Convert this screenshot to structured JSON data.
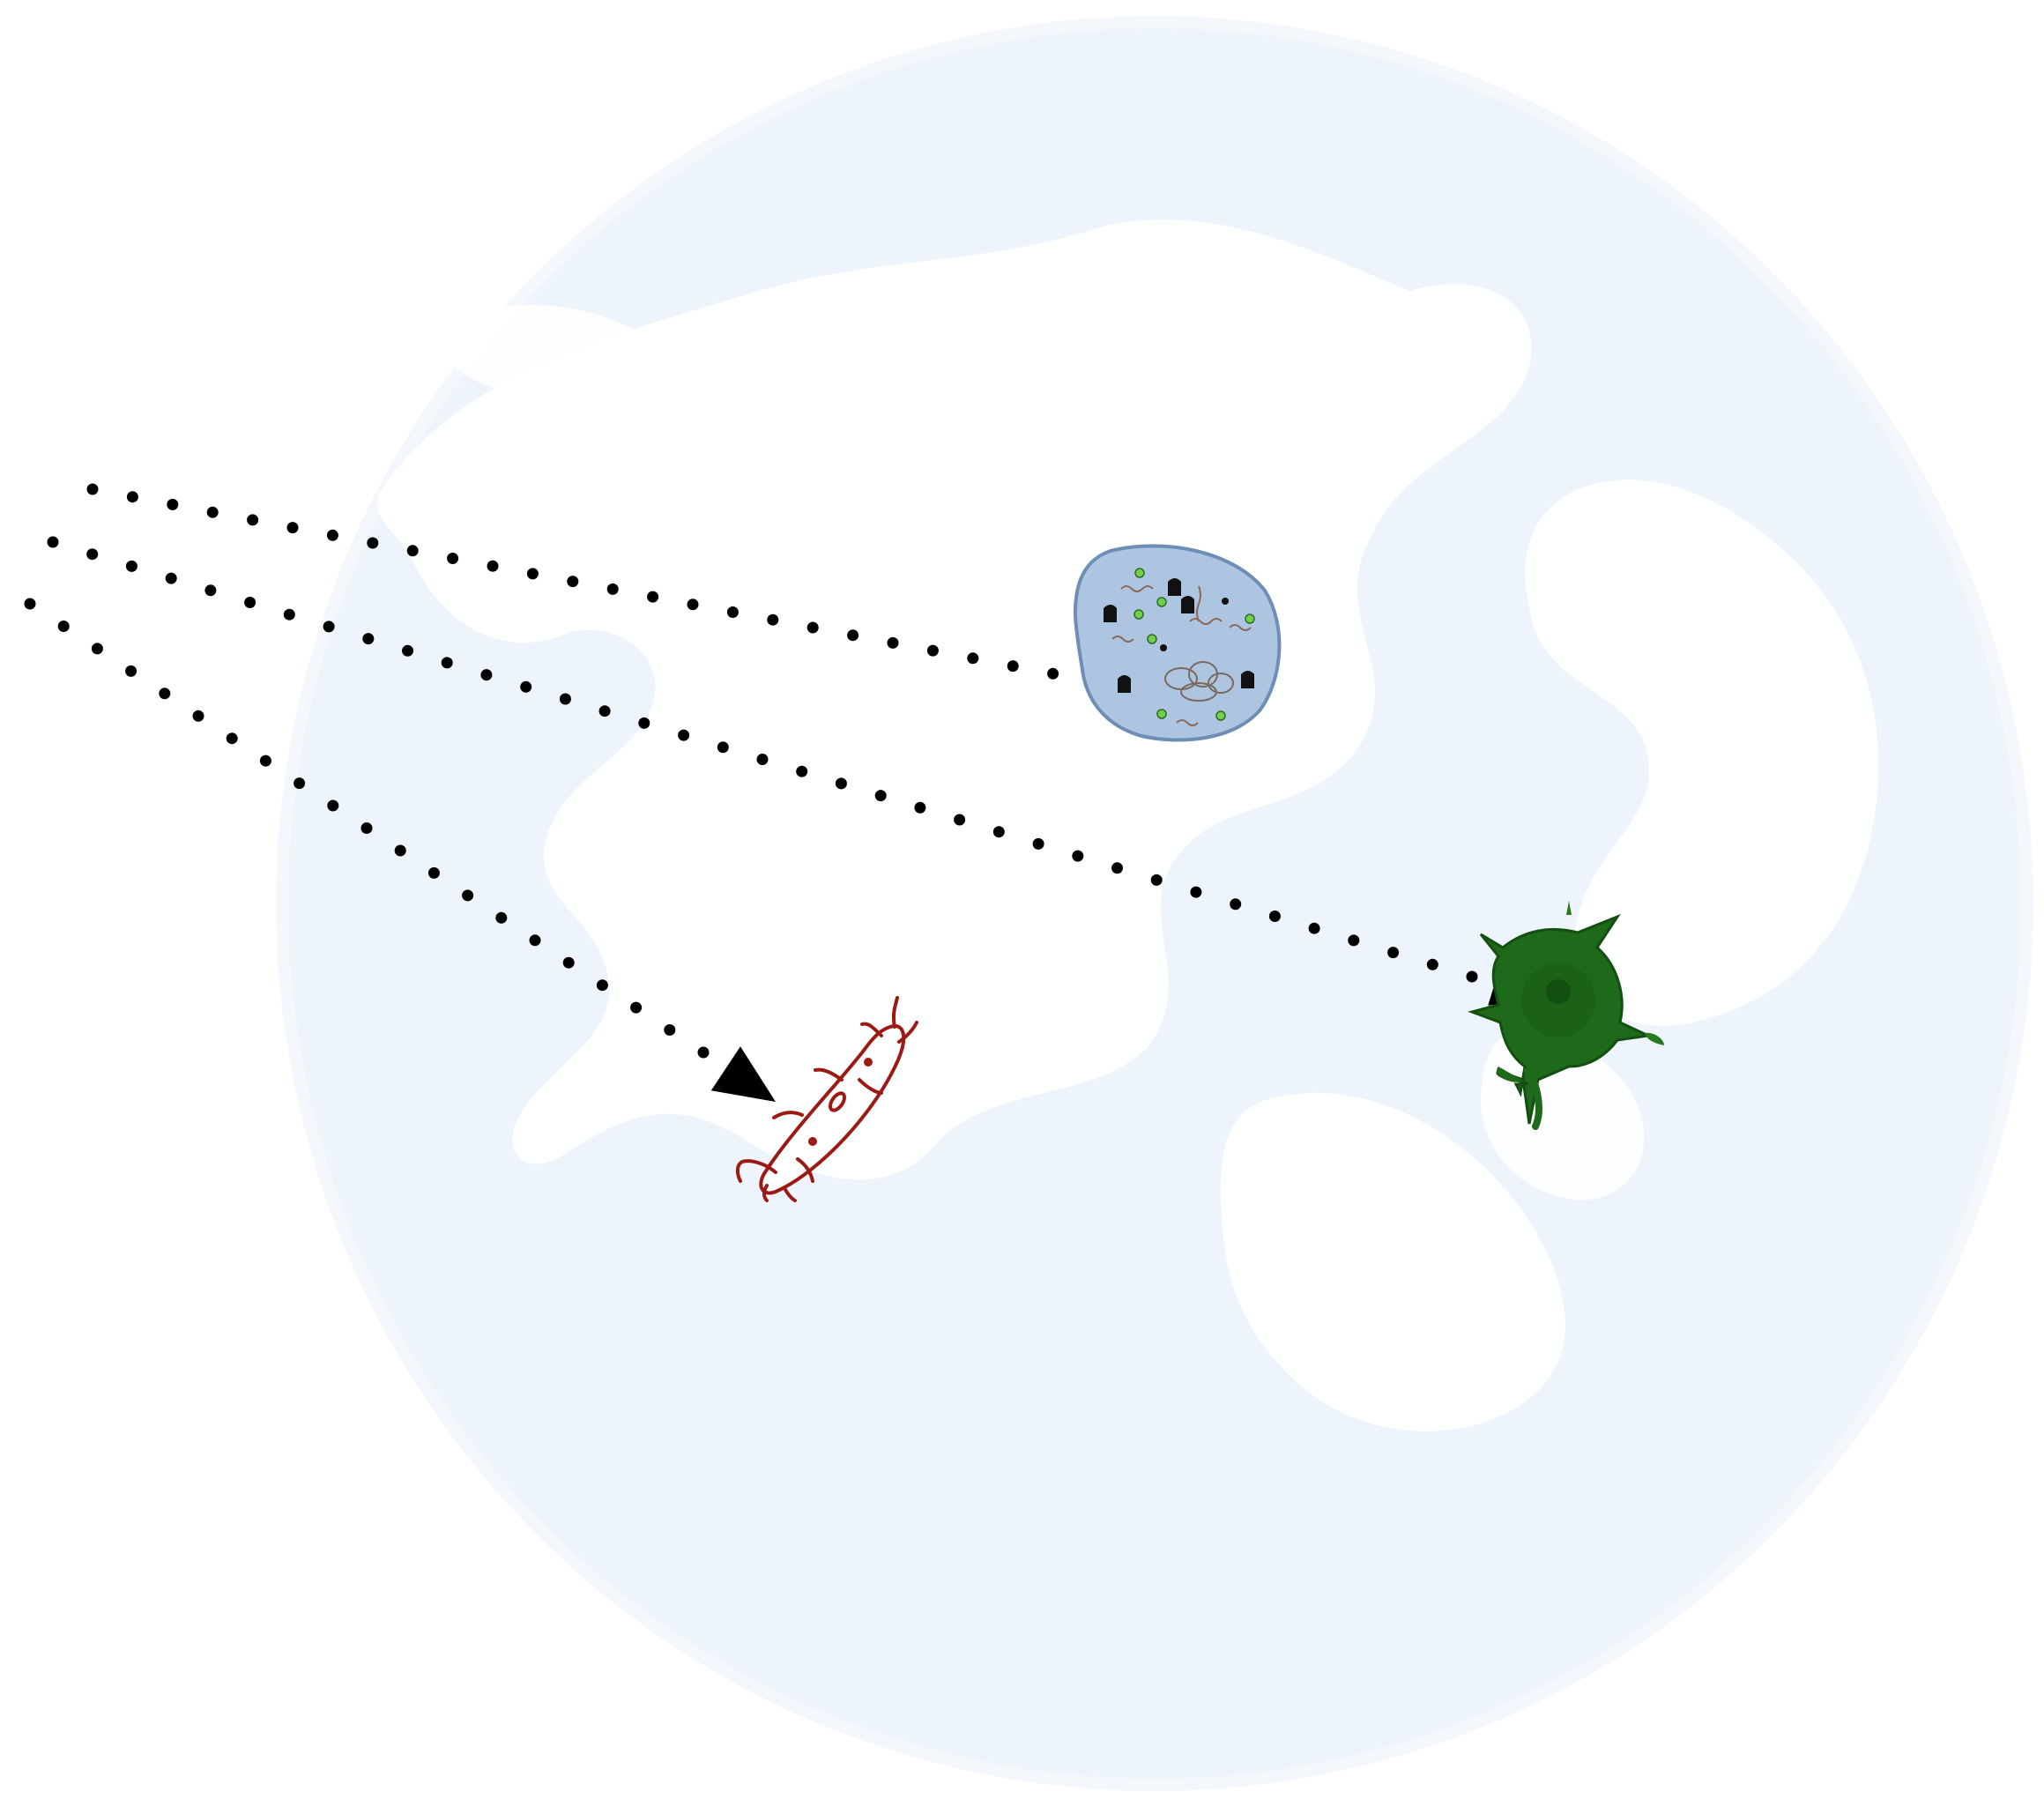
{
  "diagram": {
    "colors": {
      "background": "#ffffff",
      "globe": "#edf4fb",
      "globe_edge": "#f6f9fc",
      "land": "#ffffff",
      "dots": "#000000",
      "arrowheads": "#000000",
      "cell_blue_fill": "#aec5e1",
      "cell_blue_edge": "#6f8eb6",
      "cell_red_edge": "#9b1b14",
      "cell_green_fill": "#1e6a1a",
      "cell_green_dark": "#134f10",
      "dots_green": "#6fd04b"
    },
    "arrows": [
      {
        "id": "arrow-to-blue-cell",
        "target": "blue-cell"
      },
      {
        "id": "arrow-to-green-cell",
        "target": "green-cell"
      },
      {
        "id": "arrow-to-red-cell",
        "target": "red-cell"
      }
    ],
    "cells": [
      {
        "id": "blue-cell",
        "description_icon": "blue-round-cell-icon"
      },
      {
        "id": "green-cell",
        "description_icon": "green-spiky-cell-icon"
      },
      {
        "id": "red-cell",
        "description_icon": "red-elongated-cell-icon"
      }
    ]
  }
}
